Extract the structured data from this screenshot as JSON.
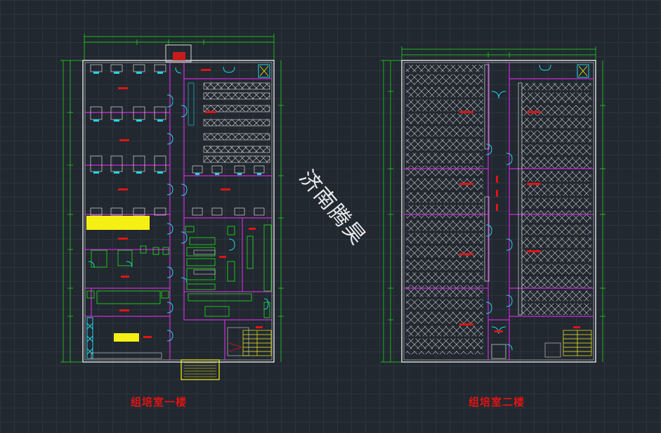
{
  "drawing": {
    "plan1_caption": "组培室一楼",
    "plan2_caption": "组培室二楼",
    "watermark": "济南腾昊"
  },
  "colors": {
    "background": "#212830",
    "grid": "#2c343e",
    "dimension": "#1ee614",
    "wall_outline": "#d7d7d7",
    "partition": "#cc2bd6",
    "door": "#22d3e6",
    "equipment": "#e8e8e8",
    "label": "#e01414",
    "highlight": "#f5f014"
  }
}
